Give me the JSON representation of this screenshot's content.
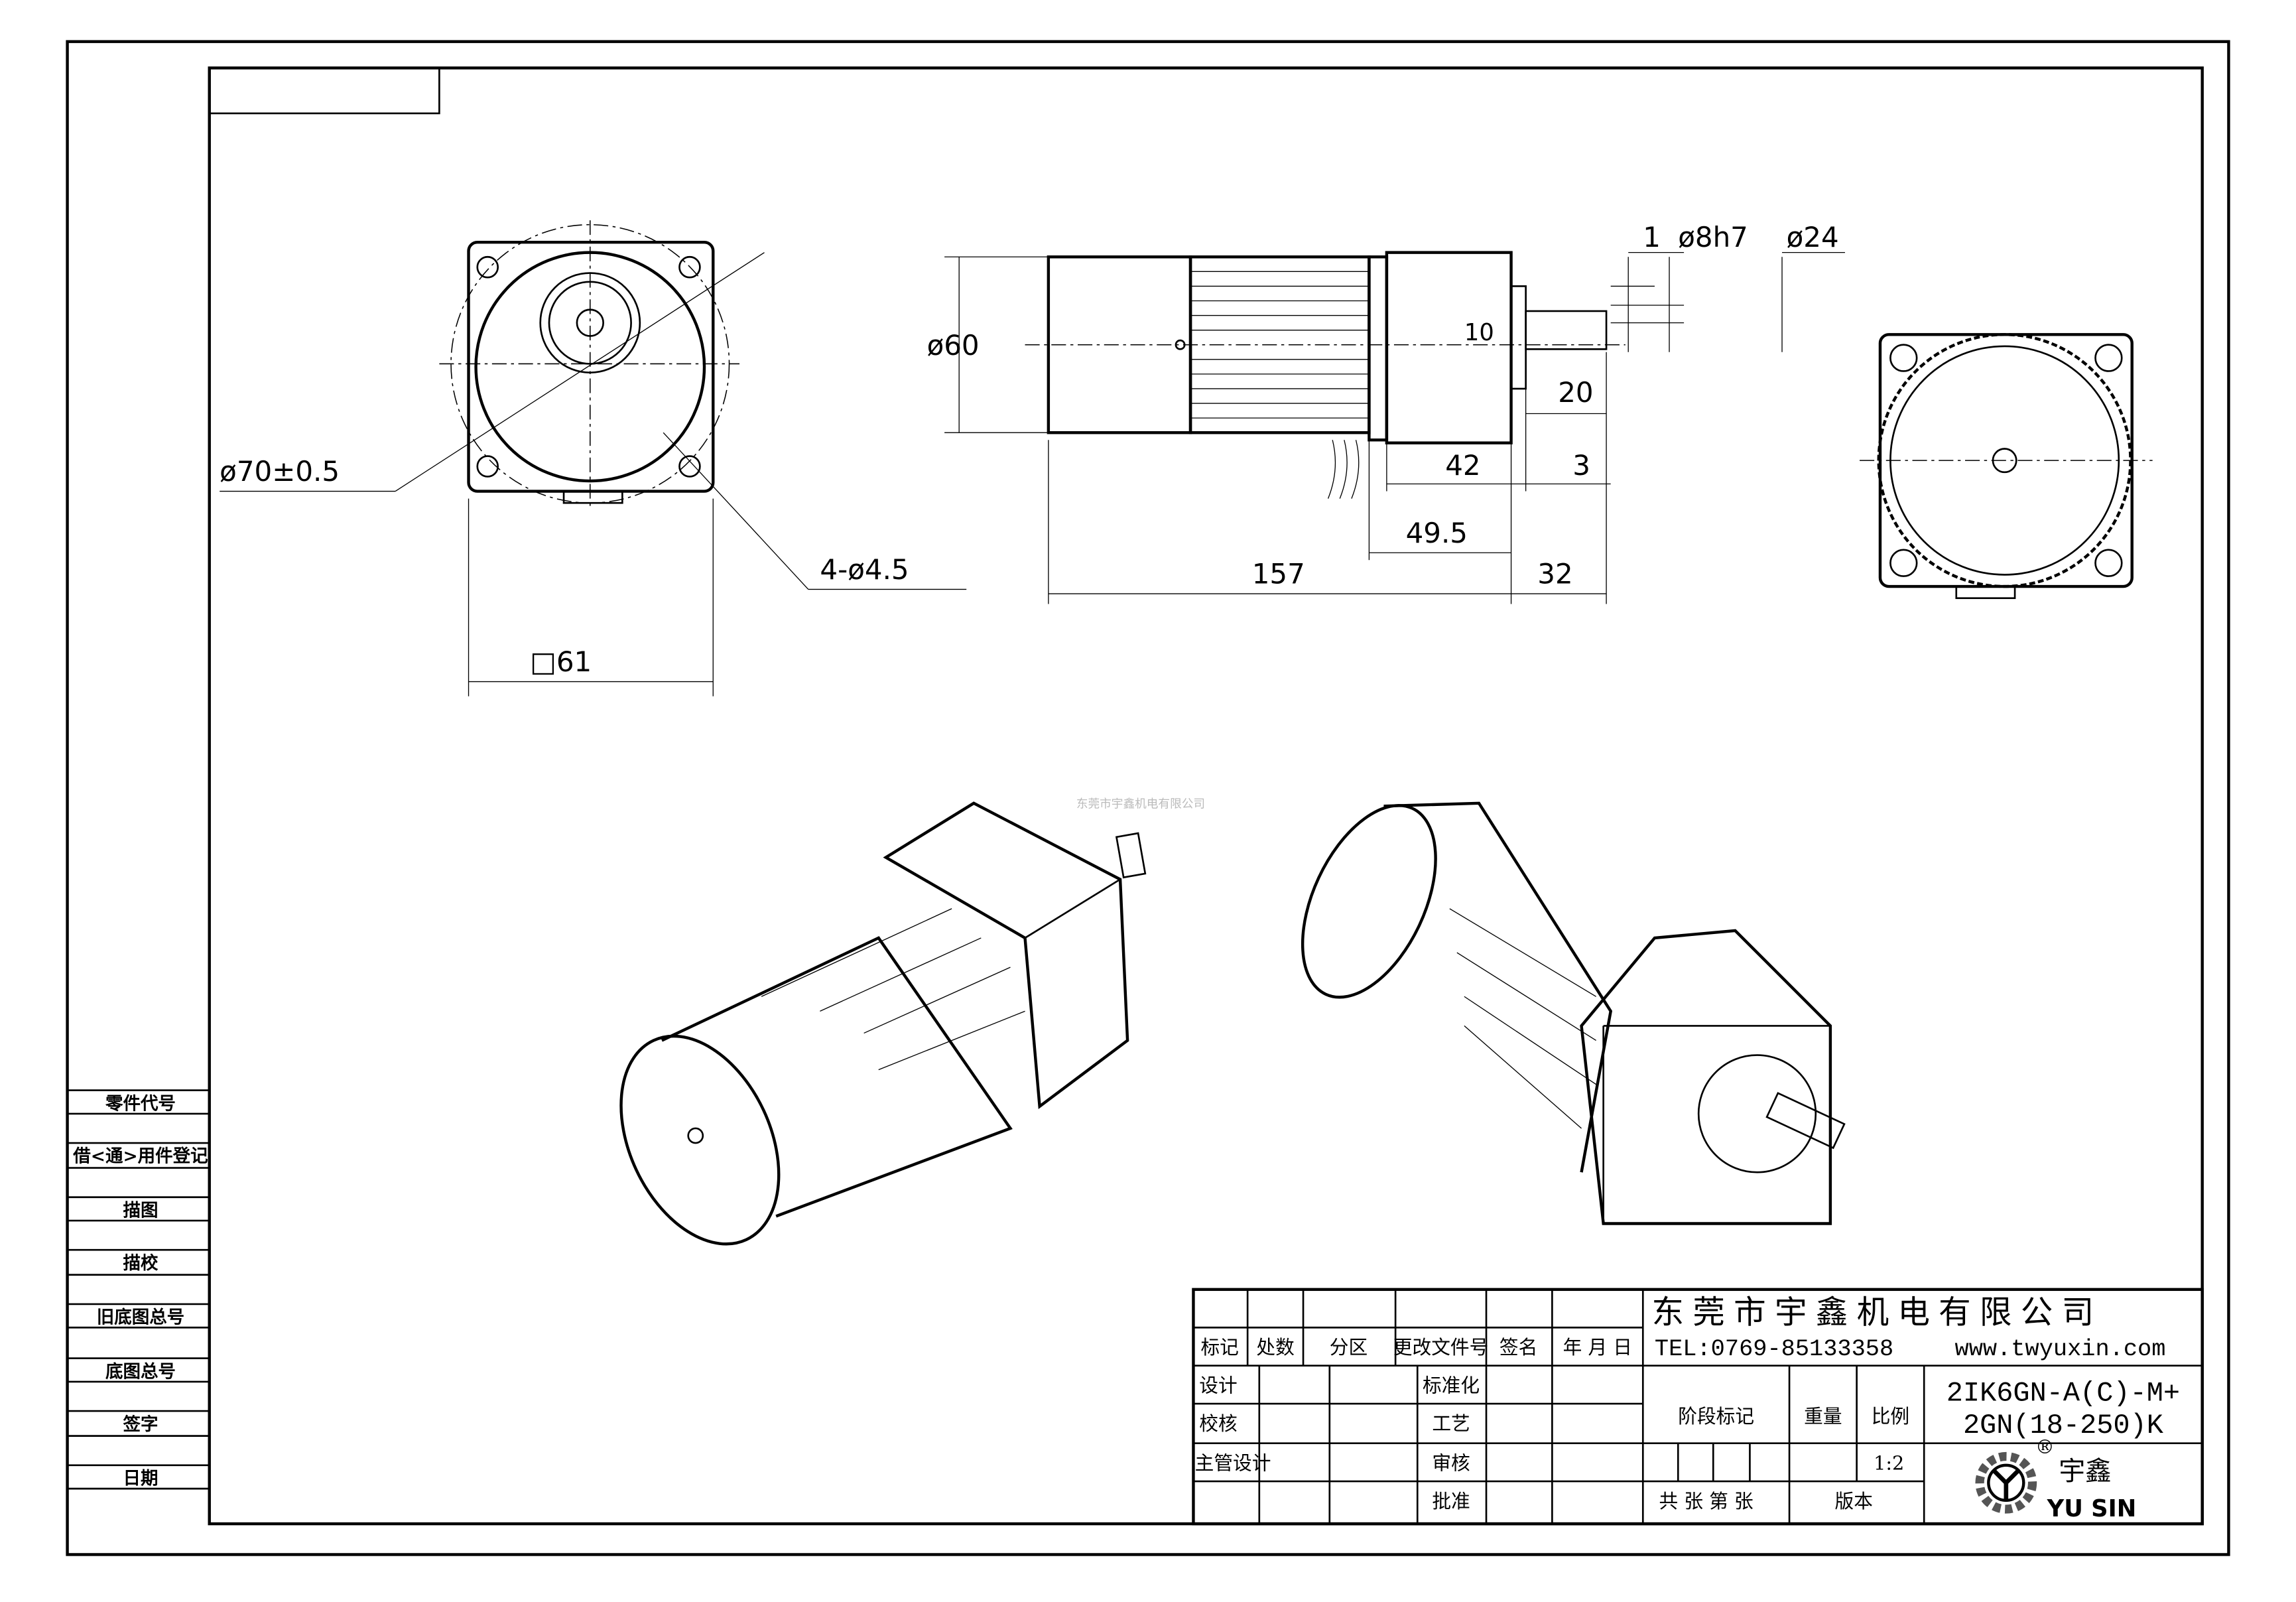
{
  "watermark": "东莞市宇鑫机电有限公司",
  "dimensions": {
    "flange_dia": "ø70±0.5",
    "holes": "4-ø4.5",
    "square": "□61",
    "body_dia": "ø60",
    "key": "1",
    "shaft_dia": "ø8h7",
    "boss_dia": "ø24",
    "ten": "10",
    "twenty": "20",
    "d42": "42",
    "d3": "3",
    "d49_5": "49.5",
    "d157": "157",
    "d32": "32"
  },
  "side_panel": [
    "零件代号",
    "借<通>用件登记",
    "描图",
    "描校",
    "旧底图总号",
    "底图总号",
    "签字",
    "日期"
  ],
  "title_block": {
    "company": "东莞市宇鑫机电有限公司",
    "tel": "TEL:0769-85133358",
    "website": "www.twyuxin.com",
    "headers": [
      "标记",
      "处数",
      "分区",
      "更改文件号",
      "签名",
      "年 月 日"
    ],
    "row_labels": [
      "设计",
      "校核",
      "主管设计"
    ],
    "mid_labels": [
      "标准化",
      "工艺",
      "审核",
      "批准"
    ],
    "stage": "阶段标记",
    "weight": "重量",
    "scale_label": "比例",
    "scale": "1:2",
    "sheets": "共 张  第 张",
    "version": "版本",
    "model_line1": "2IK6GN-A(C)-M+",
    "model_line2": "2GN(18-250)K",
    "logo_cn": "宇鑫",
    "logo_en": "YU SIN",
    "logo_reg": "®"
  }
}
